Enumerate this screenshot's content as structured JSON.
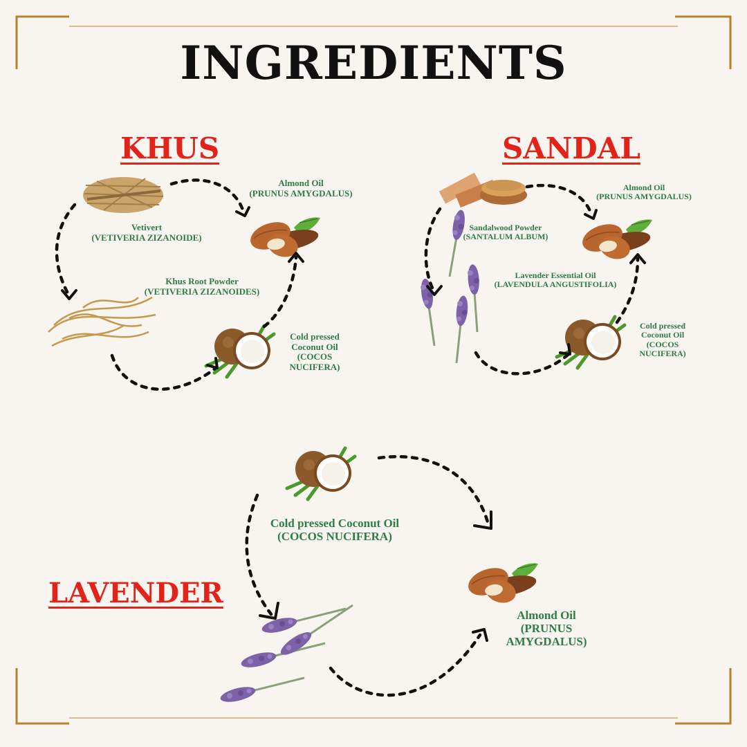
{
  "title": "INGREDIENTS",
  "sections": {
    "khus": {
      "heading": "KHUS",
      "almond": {
        "name": "Almond Oil",
        "sci": "(PRUNUS AMYGDALUS)"
      },
      "vetivert": {
        "name": "Vetivert",
        "sci": "(VETIVERIA ZIZANOIDE)"
      },
      "khus_root": {
        "name": "Khus Root Powder",
        "sci": "(VETIVERIA ZIZANOIDES)"
      },
      "coconut": {
        "line1": "Cold pressed",
        "line2": "Coconut Oil",
        "line3": "(COCOS",
        "line4": "NUCIFERA)"
      }
    },
    "sandal": {
      "heading": "SANDAL",
      "almond": {
        "name": "Almond Oil",
        "sci": "(PRUNUS AMYGDALUS)"
      },
      "sandalwood": {
        "name": "Sandalwood Powder",
        "sci": "(SANTALUM ALBUM)"
      },
      "lavender": {
        "name": "Lavender Essential Oil",
        "sci": "(LAVENDULA ANGUSTIFOLIA)"
      },
      "coconut": {
        "line1": "Cold pressed",
        "line2": "Coconut Oil",
        "line3": "(COCOS",
        "line4": "NUCIFERA)"
      }
    },
    "lavender": {
      "heading": "LAVENDER",
      "coconut": {
        "name": "Cold pressed Coconut Oil",
        "sci": "(COCOS NUCIFERA)"
      },
      "almond": {
        "line1": "Almond Oil",
        "line2": "(PRUNUS",
        "line3": "AMYGDALUS)"
      }
    }
  },
  "colors": {
    "background": "#f8f4ef",
    "heading_red": "#e2231a",
    "label_green": "#2e7d46",
    "frame_gold": "#b5832a",
    "arrow": "#111111"
  },
  "icons": [
    "almond-icon",
    "coconut-icon",
    "vetiver-root-icon",
    "khus-root-icon",
    "sandalwood-icon",
    "lavender-icon"
  ]
}
